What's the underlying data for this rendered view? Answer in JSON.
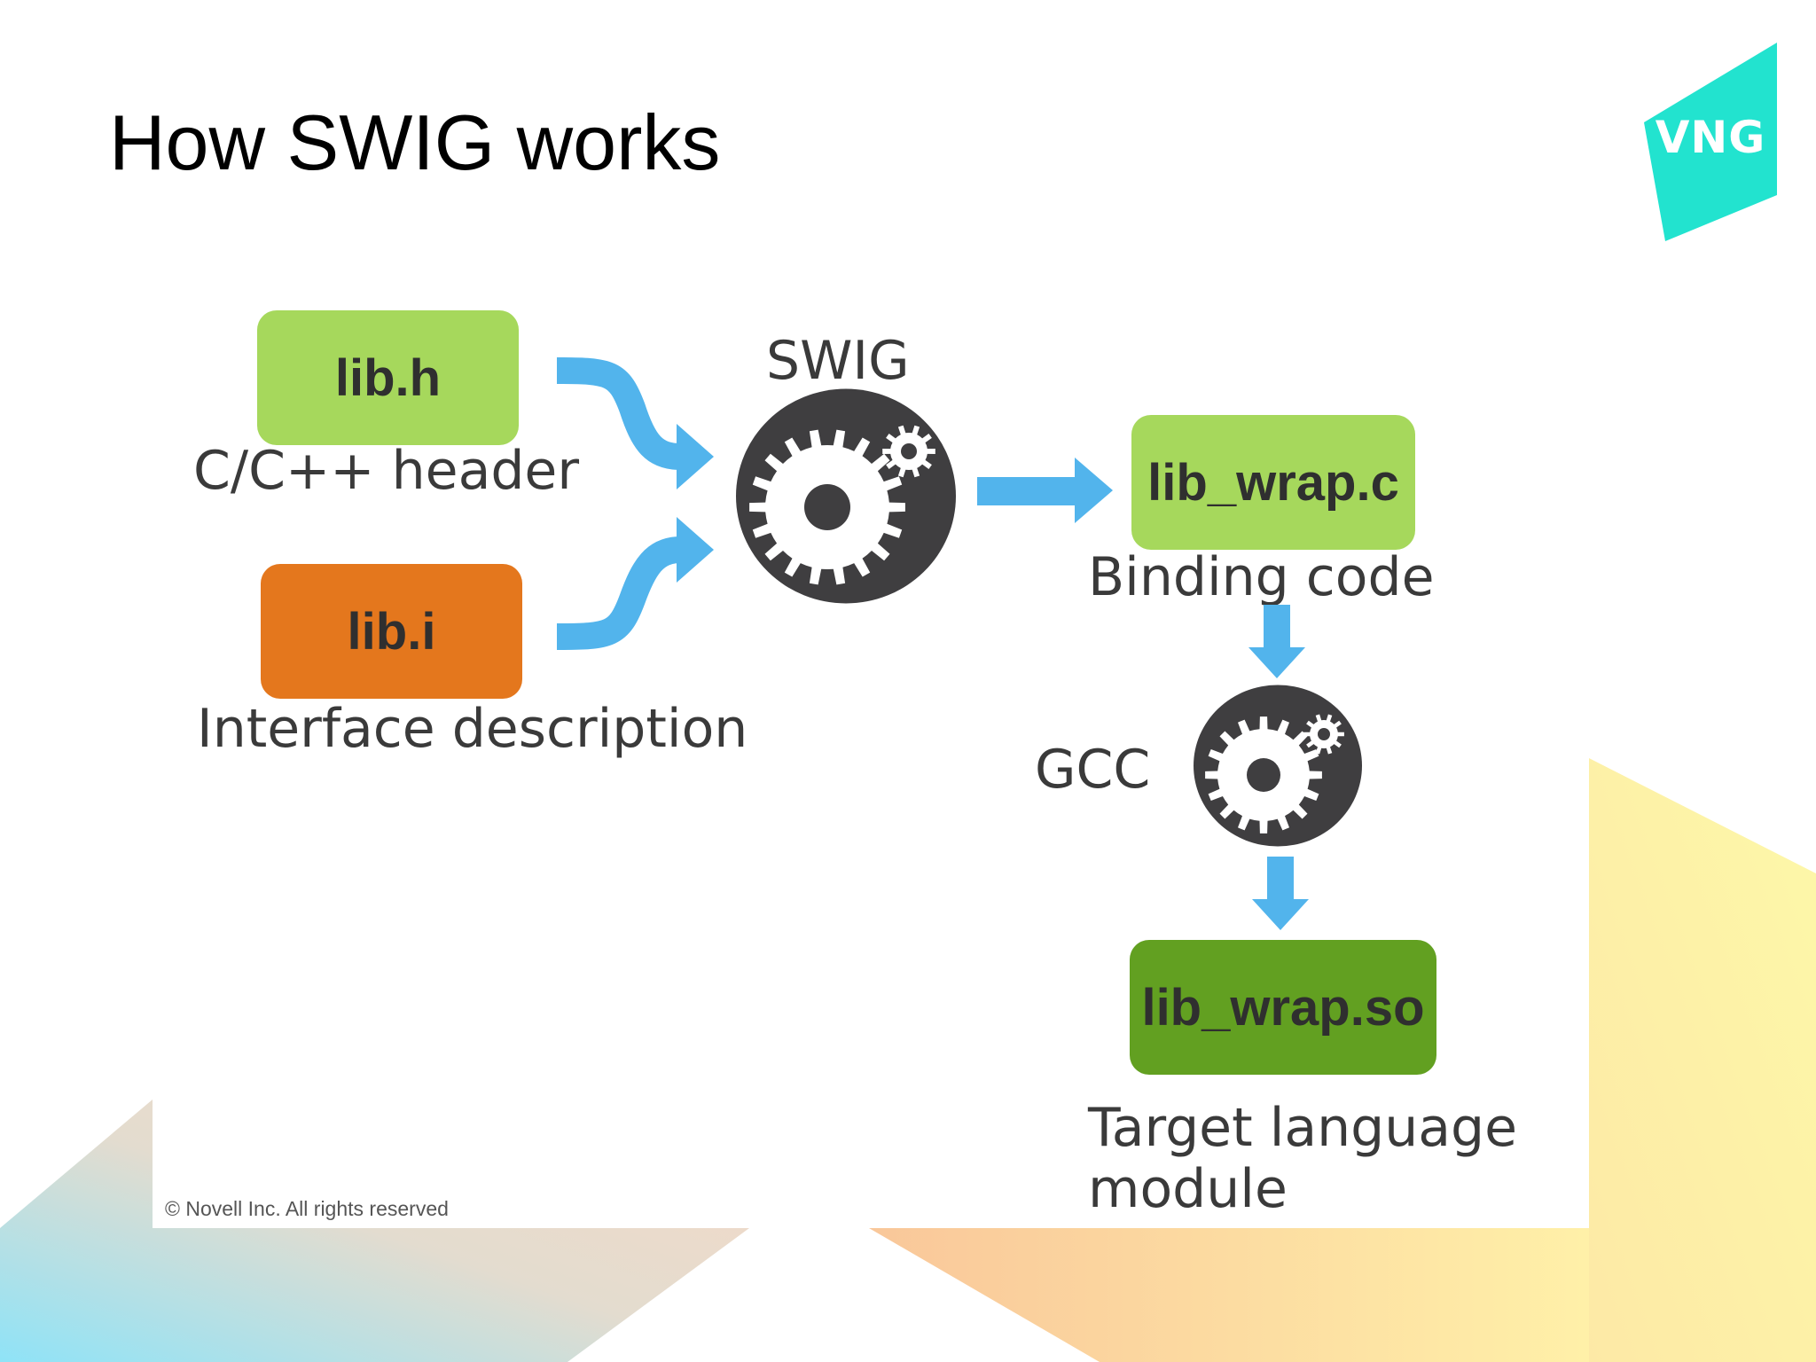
{
  "slide": {
    "title": "How SWIG works",
    "logo_text": "VNG",
    "copyright": "© Novell Inc.  All rights reserved"
  },
  "diagram": {
    "header_box": {
      "label": "lib.h",
      "caption": "C/C++ header"
    },
    "interface_box": {
      "label": "lib.i",
      "caption": "Interface description"
    },
    "swig": {
      "label": "SWIG"
    },
    "wrap_c_box": {
      "label": "lib_wrap.c",
      "caption": "Binding code"
    },
    "gcc": {
      "label": "GCC"
    },
    "wrap_so_box": {
      "label": "lib_wrap.so",
      "caption_line1": "Target language",
      "caption_line2": "module"
    }
  },
  "colors": {
    "accent_teal": "#22e3cf",
    "light_green": "#a6d85c",
    "orange": "#e4771d",
    "dark_green": "#62a021",
    "arrow_blue": "#52b4ec",
    "gear_dark": "#3f3e40"
  },
  "icons": {
    "swig_gear": "gear-icon",
    "gcc_gear": "gear-icon"
  }
}
